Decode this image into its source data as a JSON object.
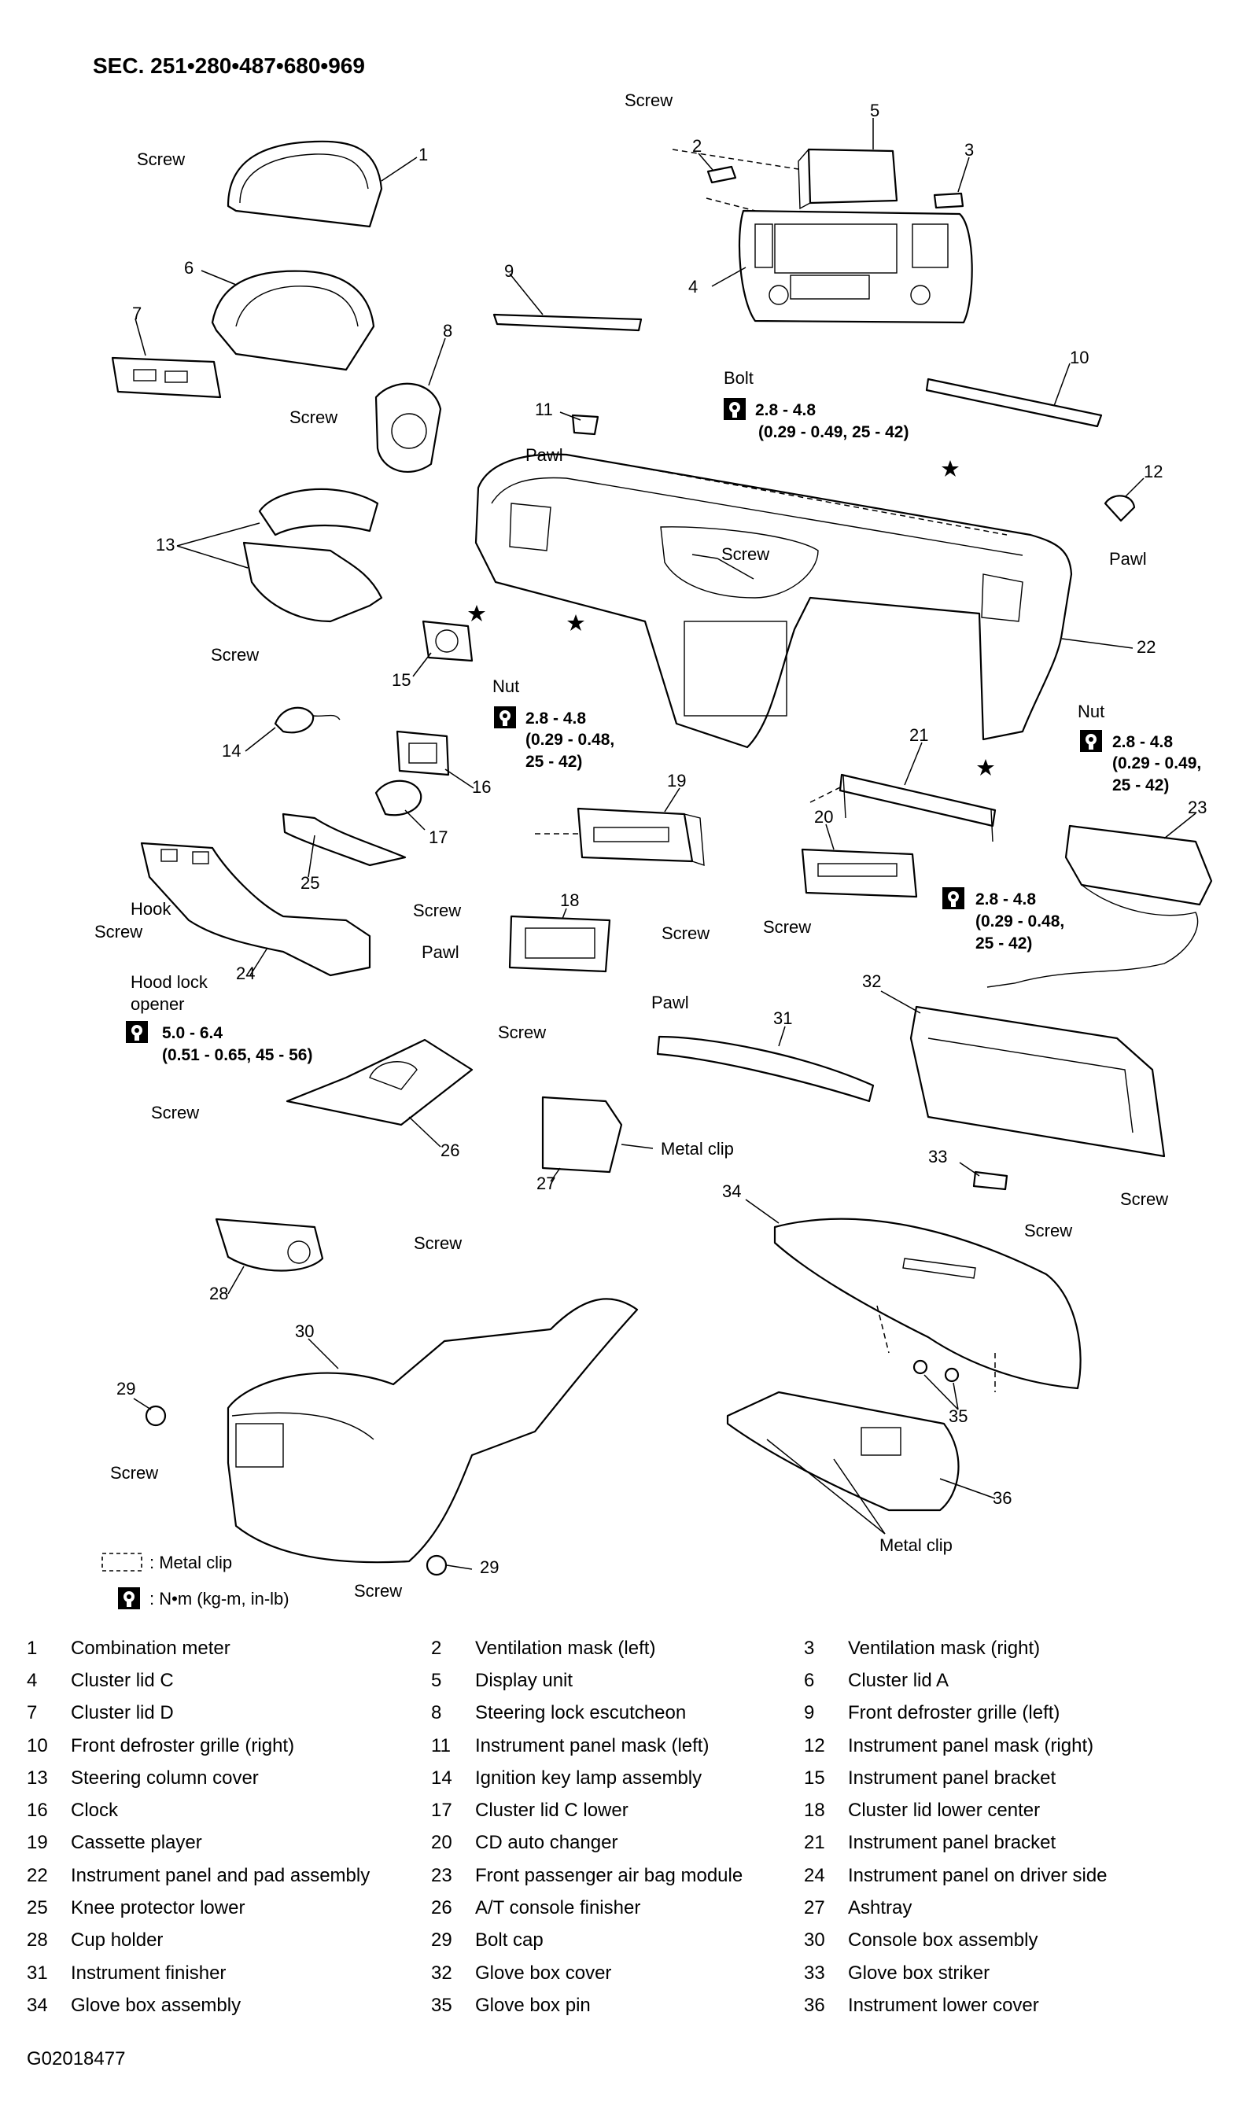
{
  "header": {
    "section": "SEC. 251•280•487•680•969"
  },
  "callouts": {
    "screw": "Screw",
    "bolt": "Bolt",
    "nut": "Nut",
    "pawl": "Pawl",
    "hook": "Hook",
    "metal_clip": "Metal clip",
    "hood_lock_opener_line1": "Hood lock",
    "hood_lock_opener_line2": "opener"
  },
  "torque_specs": {
    "bolt_line1": "2.8 - 4.8",
    "bolt_line2": "(0.29 - 0.49, 25 - 42)",
    "nut_left_line1": "2.8 - 4.8",
    "nut_left_line2": "(0.29 - 0.48,",
    "nut_left_line3": "25 - 42)",
    "nut_right_line1": "2.8 - 4.8",
    "nut_right_line2": "(0.29 - 0.49,",
    "nut_right_line3": "25 - 42)",
    "bracket_line1": "2.8 - 4.8",
    "bracket_line2": "(0.29 - 0.48,",
    "bracket_line3": "25 - 42)",
    "hood_line1": "5.0 - 6.4",
    "hood_line2": "(0.51 - 0.65, 45 - 56)"
  },
  "key": {
    "metal_clip": ": Metal clip",
    "torque_units": ": N•m (kg-m, in-lb)"
  },
  "parts": [
    {
      "num": "1",
      "name": "Combination meter"
    },
    {
      "num": "2",
      "name": "Ventilation mask (left)"
    },
    {
      "num": "3",
      "name": "Ventilation mask (right)"
    },
    {
      "num": "4",
      "name": "Cluster lid C"
    },
    {
      "num": "5",
      "name": "Display unit"
    },
    {
      "num": "6",
      "name": "Cluster lid A"
    },
    {
      "num": "7",
      "name": "Cluster lid D"
    },
    {
      "num": "8",
      "name": "Steering lock escutcheon"
    },
    {
      "num": "9",
      "name": "Front defroster grille (left)"
    },
    {
      "num": "10",
      "name": "Front defroster grille (right)"
    },
    {
      "num": "11",
      "name": "Instrument panel mask (left)"
    },
    {
      "num": "12",
      "name": "Instrument panel mask (right)"
    },
    {
      "num": "13",
      "name": "Steering column cover"
    },
    {
      "num": "14",
      "name": "Ignition key lamp assembly"
    },
    {
      "num": "15",
      "name": "Instrument panel bracket"
    },
    {
      "num": "16",
      "name": "Clock"
    },
    {
      "num": "17",
      "name": "Cluster lid C lower"
    },
    {
      "num": "18",
      "name": "Cluster lid lower center"
    },
    {
      "num": "19",
      "name": "Cassette player"
    },
    {
      "num": "20",
      "name": "CD auto changer"
    },
    {
      "num": "21",
      "name": "Instrument panel bracket"
    },
    {
      "num": "22",
      "name": "Instrument panel and pad assembly"
    },
    {
      "num": "23",
      "name": "Front passenger air bag module"
    },
    {
      "num": "24",
      "name": "Instrument panel on driver side"
    },
    {
      "num": "25",
      "name": "Knee protector lower"
    },
    {
      "num": "26",
      "name": "A/T console finisher"
    },
    {
      "num": "27",
      "name": "Ashtray"
    },
    {
      "num": "28",
      "name": "Cup holder"
    },
    {
      "num": "29",
      "name": "Bolt cap"
    },
    {
      "num": "30",
      "name": "Console box assembly"
    },
    {
      "num": "31",
      "name": "Instrument finisher"
    },
    {
      "num": "32",
      "name": "Glove box cover"
    },
    {
      "num": "33",
      "name": "Glove box striker"
    },
    {
      "num": "34",
      "name": "Glove box assembly"
    },
    {
      "num": "35",
      "name": "Glove box pin"
    },
    {
      "num": "36",
      "name": "Instrument lower cover"
    }
  ],
  "footer": {
    "figure_id": "G02018477"
  }
}
